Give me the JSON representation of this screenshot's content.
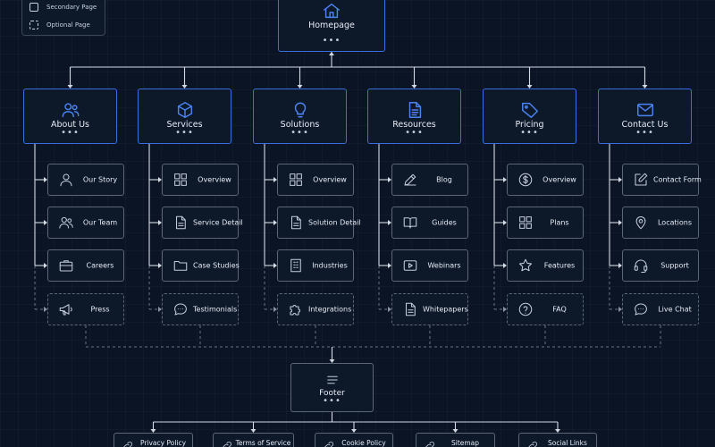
{
  "legend": {
    "items": [
      {
        "label": "Secondary Page",
        "style": "solid"
      },
      {
        "label": "Optional Page",
        "style": "dashed"
      }
    ]
  },
  "root": {
    "label": "Homepage",
    "icon": "home-icon",
    "dots": "•••"
  },
  "sections": [
    {
      "label": "About Us",
      "icon": "users-icon",
      "dots": "•••",
      "children": [
        {
          "label": "Our Story",
          "icon": "user-icon",
          "optional": false
        },
        {
          "label": "Our Team",
          "icon": "users-icon",
          "optional": false
        },
        {
          "label": "Careers",
          "icon": "briefcase-icon",
          "optional": false
        },
        {
          "label": "Press",
          "icon": "megaphone-icon",
          "optional": true
        }
      ]
    },
    {
      "label": "Services",
      "icon": "cube-icon",
      "dots": "•••",
      "children": [
        {
          "label": "Overview",
          "icon": "grid-icon",
          "optional": false
        },
        {
          "label": "Service Detail",
          "icon": "document-icon",
          "optional": false
        },
        {
          "label": "Case Studies",
          "icon": "folder-icon",
          "optional": false
        },
        {
          "label": "Testimonials",
          "icon": "chat-bubble-icon",
          "optional": true
        }
      ]
    },
    {
      "label": "Solutions",
      "icon": "lightbulb-icon",
      "dots": "•••",
      "children": [
        {
          "label": "Overview",
          "icon": "grid-icon",
          "optional": false
        },
        {
          "label": "Solution Detail",
          "icon": "document-icon",
          "optional": false
        },
        {
          "label": "Industries",
          "icon": "building-icon",
          "optional": false
        },
        {
          "label": "Integrations",
          "icon": "puzzle-icon",
          "optional": true
        }
      ]
    },
    {
      "label": "Resources",
      "icon": "file-text-icon",
      "dots": "•••",
      "children": [
        {
          "label": "Blog",
          "icon": "pen-icon",
          "optional": false
        },
        {
          "label": "Guides",
          "icon": "book-icon",
          "optional": false
        },
        {
          "label": "Webinars",
          "icon": "play-icon",
          "optional": false
        },
        {
          "label": "Whitepapers",
          "icon": "document-icon",
          "optional": true
        }
      ]
    },
    {
      "label": "Pricing",
      "icon": "tag-icon",
      "dots": "•••",
      "children": [
        {
          "label": "Overview",
          "icon": "dollar-icon",
          "optional": false
        },
        {
          "label": "Plans",
          "icon": "grid-icon",
          "optional": false
        },
        {
          "label": "Features",
          "icon": "star-icon",
          "optional": false
        },
        {
          "label": "FAQ",
          "icon": "question-icon",
          "optional": true
        }
      ]
    },
    {
      "label": "Contact Us",
      "icon": "mail-icon",
      "dots": "•••",
      "children": [
        {
          "label": "Contact Form",
          "icon": "edit-icon",
          "optional": false
        },
        {
          "label": "Locations",
          "icon": "map-pin-icon",
          "optional": false
        },
        {
          "label": "Support",
          "icon": "headset-icon",
          "optional": false
        },
        {
          "label": "Live Chat",
          "icon": "chat-bubble-icon",
          "optional": true
        }
      ]
    }
  ],
  "footer": {
    "label": "Footer",
    "icon": "menu-lines-icon",
    "dots": "•••",
    "links": [
      {
        "label": "Privacy Policy",
        "icon": "link-icon"
      },
      {
        "label": "Terms of Service",
        "icon": "link-icon"
      },
      {
        "label": "Cookie Policy",
        "icon": "link-icon"
      },
      {
        "label": "Sitemap",
        "icon": "link-icon"
      },
      {
        "label": "Social Links",
        "icon": "link-icon"
      }
    ]
  },
  "colors": {
    "background": "#0b1424",
    "accent": "#3b6fe0",
    "line": "#d4dae4",
    "child_border": "#5b6677"
  }
}
